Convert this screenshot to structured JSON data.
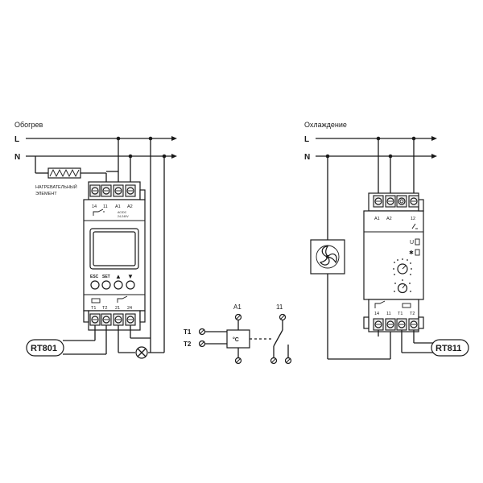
{
  "heating": {
    "title": "Обогрев",
    "line_L": "L",
    "line_N": "N",
    "heater_label_1": "НАГРЕВАТЕЛЬНЫЙ",
    "heater_label_2": "ЭЛЕМЕНТ",
    "device": {
      "top_terminals": [
        "14",
        "11",
        "A1",
        "A2"
      ],
      "supply_label_1": "AC/DC",
      "supply_label_2": "24-240V",
      "buttons": [
        "ESC",
        "SET",
        "▲",
        "▼"
      ],
      "bottom_terminals": [
        "T1",
        "T2",
        "21",
        "24"
      ]
    },
    "sensor": "RT801"
  },
  "schematic": {
    "a1": "A1",
    "contact": "11",
    "t1": "T1",
    "t2": "T2",
    "sensor_unit": "°C"
  },
  "cooling": {
    "title": "Охлаждение",
    "line_L": "L",
    "line_N": "N",
    "device": {
      "top_terminals": [
        "A1",
        "A2",
        "12"
      ],
      "bottom_terminals": [
        "14",
        "11",
        "T1",
        "T2"
      ]
    },
    "sensor": "RT811"
  }
}
